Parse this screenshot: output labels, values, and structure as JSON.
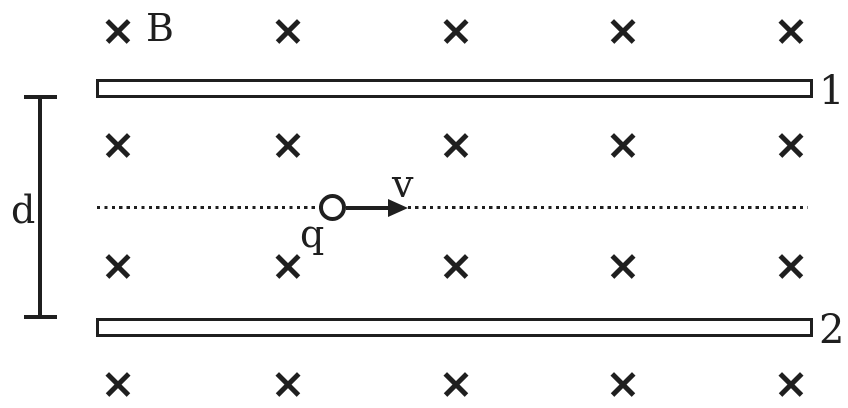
{
  "diagram": {
    "type": "physics-diagram-charged-particle-between-plates",
    "background": "#ffffff",
    "ink": "#1f1f1f",
    "labels": {
      "field": "B",
      "plate_top": "1",
      "plate_bottom": "2",
      "separation": "d",
      "charge": "q",
      "velocity": "v"
    },
    "field_marks": {
      "symbol": "x-into-page",
      "columns_x": [
        118,
        288,
        456,
        623,
        791
      ],
      "rows_y": [
        31,
        145,
        266,
        384
      ]
    }
  }
}
